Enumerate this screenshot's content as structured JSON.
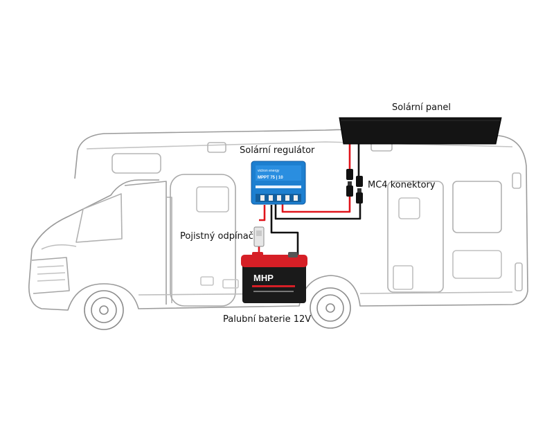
{
  "labels": {
    "solar_panel": "Solární panel",
    "solar_regulator": "Solární regulátor",
    "mc4_connectors": "MC4 konektory",
    "fuse_switch": "Pojistný odpínač",
    "onboard_battery": "Palubní baterie 12V"
  },
  "regulator": {
    "model_text": "MPPT 75 | 10",
    "brand_text": "victron energy"
  },
  "battery": {
    "brand_text": "MHP"
  },
  "colors": {
    "positive_wire": "#e0141b",
    "negative_wire": "#111111",
    "regulator_body": "#1d7fd0",
    "battery_top": "#d61f26",
    "battery_body": "#1a1a1a",
    "panel": "#141414"
  }
}
